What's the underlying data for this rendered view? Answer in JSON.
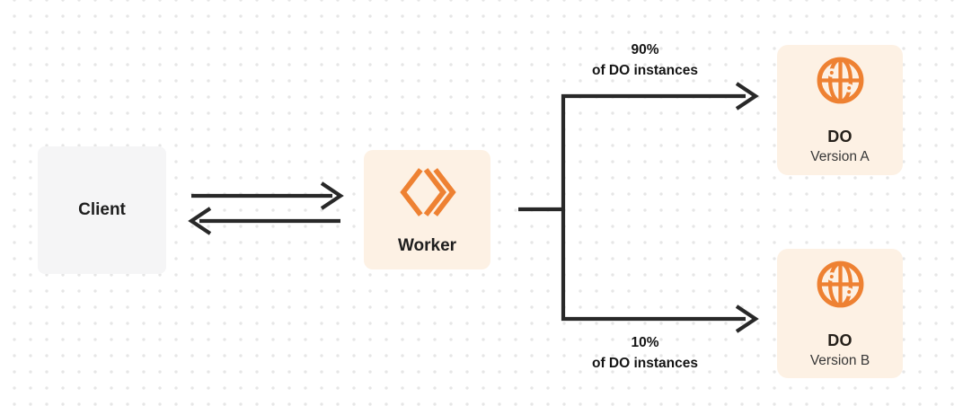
{
  "diagram": {
    "type": "traffic-split-flow",
    "colors": {
      "accent_orange": "#ee8132",
      "card_cream": "#fdf1e4",
      "card_gray": "#f5f5f6",
      "connector_dark": "#282828",
      "background_dot": "#e6e6e6"
    },
    "nodes": {
      "client": {
        "label": "Client"
      },
      "worker": {
        "label": "Worker",
        "icon": "cloudflare-workers-icon"
      },
      "do_version_a": {
        "title": "DO",
        "subtitle": "Version A",
        "icon": "durable-object-globe-icon"
      },
      "do_version_b": {
        "title": "DO",
        "subtitle": "Version B",
        "icon": "durable-object-globe-icon"
      }
    },
    "edges": {
      "client_worker": {
        "type": "bidirectional-arrows"
      },
      "split_to_a": {
        "percent": "90%",
        "detail": "of DO instances"
      },
      "split_to_b": {
        "percent": "10%",
        "detail": "of DO instances"
      }
    }
  }
}
